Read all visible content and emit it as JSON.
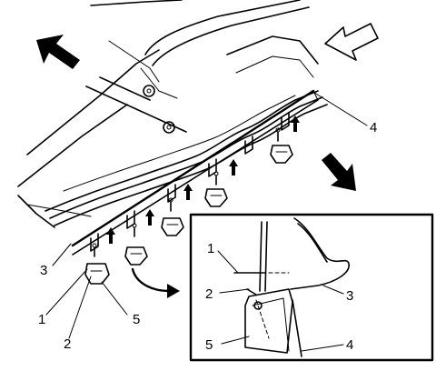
{
  "main_view": {
    "callouts": [
      {
        "id": "c1",
        "text": "1"
      },
      {
        "id": "c2",
        "text": "2"
      },
      {
        "id": "c3",
        "text": "3"
      },
      {
        "id": "c4",
        "text": "4"
      },
      {
        "id": "c5",
        "text": "5"
      }
    ]
  },
  "detail_view": {
    "callouts": [
      {
        "id": "d1",
        "text": "1"
      },
      {
        "id": "d2",
        "text": "2"
      },
      {
        "id": "d3",
        "text": "3"
      },
      {
        "id": "d4",
        "text": "4"
      },
      {
        "id": "d5",
        "text": "5"
      }
    ]
  },
  "icons": {
    "front_arrow": "up-left-arrow-icon",
    "direction_arrow": "left-hollow-arrow-icon",
    "view_arrow": "down-right-arrow-icon",
    "detail_arrow": "curved-arrow-icon"
  }
}
